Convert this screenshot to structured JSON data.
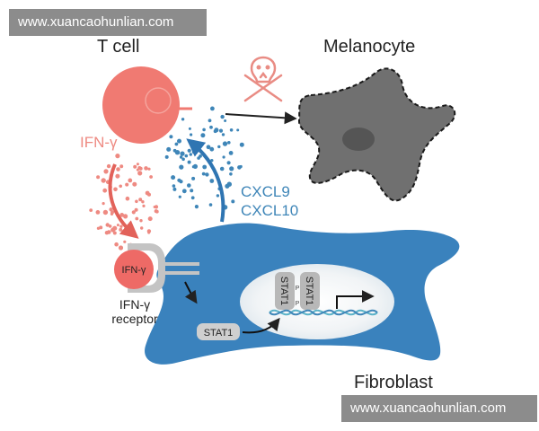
{
  "labels": {
    "t_cell": "T cell",
    "melanocyte": "Melanocyte",
    "ifn_gamma": "IFN-γ",
    "cxcl9": "CXCL9",
    "cxcl10": "CXCL10",
    "ifn_ligand": "IFN-γ",
    "receptor_line1": "IFN-γ",
    "receptor_line2": "receptor",
    "stat1": "STAT1",
    "stat1_dimer_left": "STAT1",
    "stat1_dimer_right": "STAT1",
    "phospho_left": "P",
    "phospho_right": "P",
    "fibroblast": "Fibroblast"
  },
  "watermarks": {
    "top": "www.xuancaohunlian.com",
    "bottom": "www.xuancaohunlian.com"
  },
  "colors": {
    "t_cell": "#f07a72",
    "ifn_text": "#ee8a82",
    "fibroblast": "#3a82bd",
    "cxcl_dots": "#3f86b8",
    "melanocyte": "#707070",
    "nucleus": "#eef2f4",
    "dna": "#5ab2c8",
    "skull": "#e98c84",
    "watermark_bg": "#8c8c8c"
  },
  "icons": [
    "skull-crossbones-icon",
    "arrow-icon"
  ]
}
